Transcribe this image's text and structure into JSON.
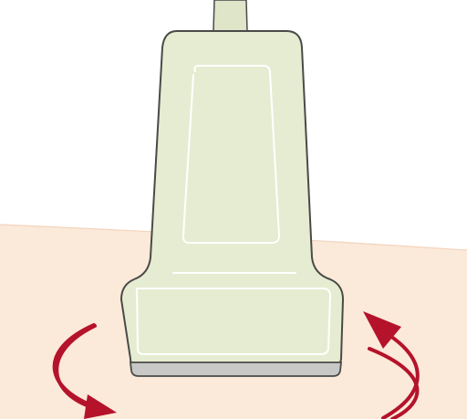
{
  "illustration": {
    "subject": "ultrasound-probe-on-skin",
    "motion": "rotation",
    "rotation_direction": "counterclockwise",
    "icons": [
      "probe-icon",
      "rotation-arrow-icon"
    ]
  },
  "colors": {
    "background": "#ffffff",
    "skin_fill": "#fbe9d9",
    "skin_edge": "#f3d4bd",
    "probe_fill": "#e6ecd1",
    "probe_outline": "#4a4a48",
    "probe_highlight": "#ffffff",
    "footprint": "#c8c8c6",
    "cable": "#dfe5c9",
    "arrow": "#b5122b"
  }
}
